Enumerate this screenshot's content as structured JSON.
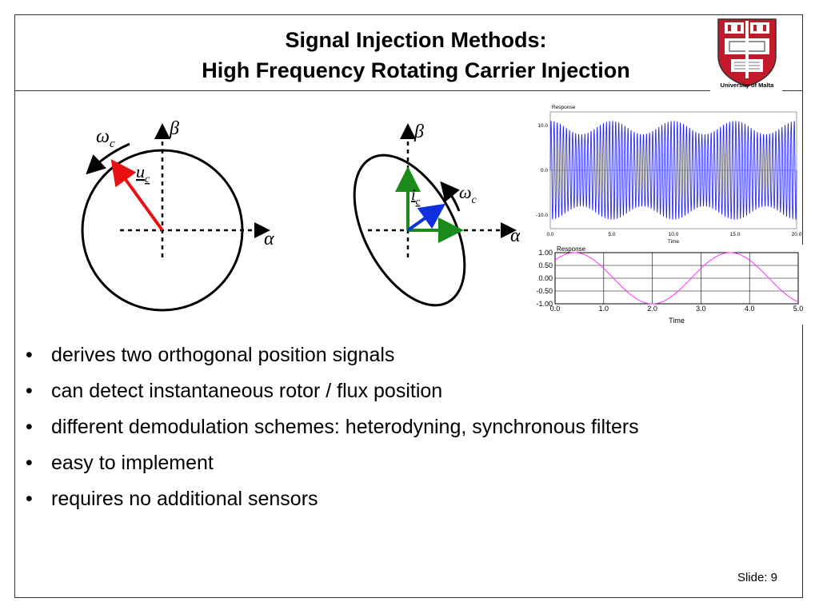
{
  "slide": {
    "title_line1": "Signal Injection Methods:",
    "title_line2": "High Frequency Rotating Carrier Injection",
    "logo_text": "University of Malta",
    "slide_number": "Slide: 9"
  },
  "diagram": {
    "left": {
      "omega": "ω",
      "omega_sub": "c",
      "vector": "u",
      "vector_sub": "c",
      "alpha": "α",
      "beta": "β",
      "vector_color": "#e81010"
    },
    "right": {
      "omega": "ω",
      "omega_sub": "c",
      "vector": "i",
      "vector_sub": "c",
      "alpha": "α",
      "beta": "β",
      "green": "#1a8a1a",
      "blue": "#1030e0"
    }
  },
  "bullets": [
    "derives two orthogonal position signals",
    "can detect instantaneous rotor / flux position",
    "different demodulation schemes: heterodyning, synchronous filters",
    "easy to implement",
    "requires no additional sensors"
  ],
  "chart_data": [
    {
      "type": "line",
      "title": "Response",
      "xlabel": "Time",
      "x_ticks": [
        "0.0",
        "5.0",
        "10.0",
        "15.0",
        "20.0"
      ],
      "y_ticks": [
        "10.0",
        "0.0",
        "-10.0"
      ],
      "xlim": [
        0,
        20
      ],
      "ylim": [
        -13,
        13
      ],
      "series": [
        {
          "color": "#1a1aff",
          "carrier_cycles": 80,
          "amplitude_max": 11,
          "amplitude_min": 8,
          "envelope_cycles": 4
        }
      ]
    },
    {
      "type": "line",
      "title": "Response",
      "xlabel": "Time",
      "x_ticks": [
        "0.0",
        "1.0",
        "2.0",
        "3.0",
        "4.0",
        "5.0"
      ],
      "y_ticks": [
        "1.00",
        "0.50",
        "0.00",
        "-0.50",
        "-1.00"
      ],
      "xlim": [
        0,
        5
      ],
      "ylim": [
        -1,
        1
      ],
      "series": [
        {
          "color": "#ff33ff",
          "period": 3.2,
          "phase_peak_x": 0.4,
          "amplitude": 1
        }
      ]
    }
  ]
}
